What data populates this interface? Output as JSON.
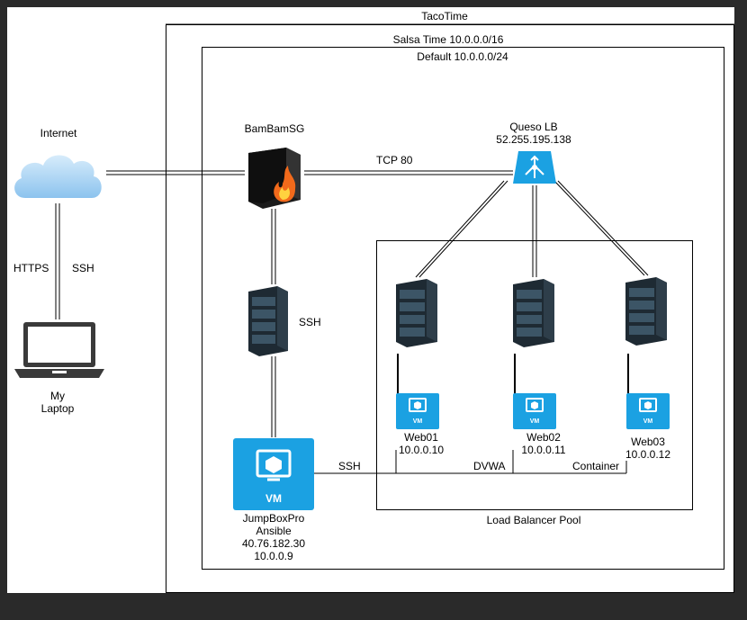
{
  "zones": {
    "outer": "TacoTime",
    "vnet": "Salsa Time 10.0.0.0/16",
    "subnet": "Default 10.0.0.0/24",
    "pool": "Load Balancer Pool"
  },
  "nodes": {
    "internet": "Internet",
    "laptop": "My\nLaptop",
    "firewall": "BamBamSG",
    "lb_name": "Queso LB",
    "lb_ip": "52.255.195.138",
    "jumpbox": "JumpBoxPro\nAnsible\n40.76.182.30\n10.0.0.9",
    "web01": "Web01\n10.0.0.10",
    "web02": "Web02\n10.0.0.11",
    "web03": "Web03\n10.0.0.12",
    "vm_badge_large": "VM",
    "vm_badge_small": "VM"
  },
  "edges": {
    "https": "HTTPS",
    "ssh_internet": "SSH",
    "tcp80": "TCP 80",
    "ssh_server": "SSH",
    "ssh_jumpbox": "SSH",
    "dvwa": "DVWA",
    "container": "Container"
  },
  "colors": {
    "vm_blue": "#1ba1e2",
    "server_dark": "#1e2a33",
    "cloud_blue": "#a9d4f5",
    "flame": "#f26a1b"
  },
  "icons": [
    "cloud-icon",
    "laptop-icon",
    "firewall-icon",
    "load-balancer-icon",
    "server-icon",
    "vm-icon"
  ]
}
